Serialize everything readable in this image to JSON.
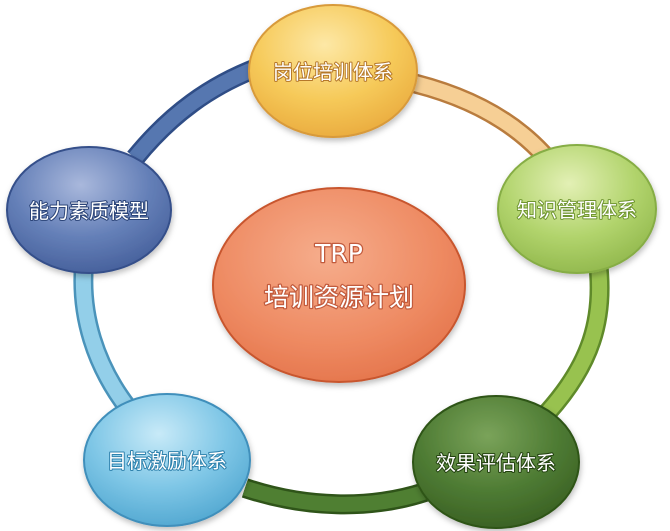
{
  "center": {
    "line1": "TRP",
    "line2": "培训资源计划",
    "color": "#ee8a62"
  },
  "nodes": [
    {
      "label": "岗位培训体系",
      "color": "#f3c24f",
      "role": "top"
    },
    {
      "label": "知识管理体系",
      "color": "#a9cc5d",
      "role": "right"
    },
    {
      "label": "效果评估体系",
      "color": "#4e7d32",
      "role": "bottom-right"
    },
    {
      "label": "目标激励体系",
      "color": "#78c3e3",
      "role": "bottom-left"
    },
    {
      "label": "能力素质模型",
      "color": "#5f78b0",
      "role": "left"
    }
  ],
  "arcs": [
    {
      "from": "岗位培训体系",
      "to": "知识管理体系",
      "color": "#f4c98f"
    },
    {
      "from": "知识管理体系",
      "to": "效果评估体系",
      "color": "#93bd4a"
    },
    {
      "from": "效果评估体系",
      "to": "目标激励体系",
      "color": "#4a7a30"
    },
    {
      "from": "目标激励体系",
      "to": "能力素质模型",
      "color": "#8cc9e6"
    },
    {
      "from": "能力素质模型",
      "to": "岗位培训体系",
      "color": "#4d6eaa"
    }
  ]
}
